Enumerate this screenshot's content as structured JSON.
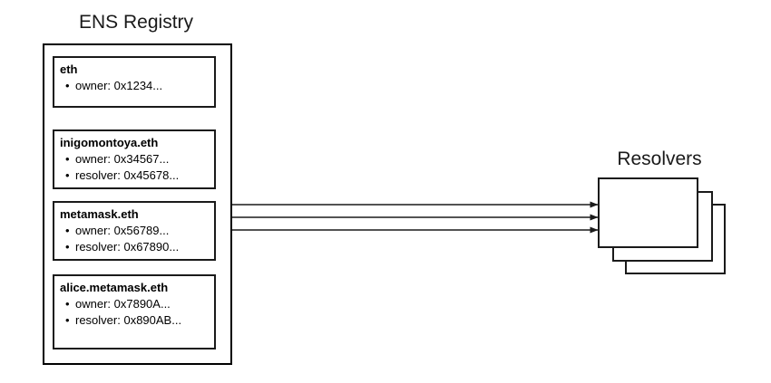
{
  "diagram": {
    "registry": {
      "title": "ENS Registry",
      "records": [
        {
          "name": "eth",
          "fields": [
            "owner: 0x1234..."
          ]
        },
        {
          "name": "inigomontoya.eth",
          "fields": [
            "owner: 0x34567...",
            "resolver: 0x45678..."
          ]
        },
        {
          "name": "metamask.eth",
          "fields": [
            "owner: 0x56789...",
            "resolver: 0x67890..."
          ]
        },
        {
          "name": "alice.metamask.eth",
          "fields": [
            "owner: 0x7890A...",
            "resolver: 0x890AB..."
          ]
        }
      ]
    },
    "resolvers": {
      "title": "Resolvers",
      "stack_count": 3
    },
    "connections": {
      "count": 3,
      "description": "resolver-pointer-arrows"
    },
    "colors": {
      "background": "#ffffff",
      "stroke": "#1a1a1a",
      "text": "#000000"
    }
  }
}
